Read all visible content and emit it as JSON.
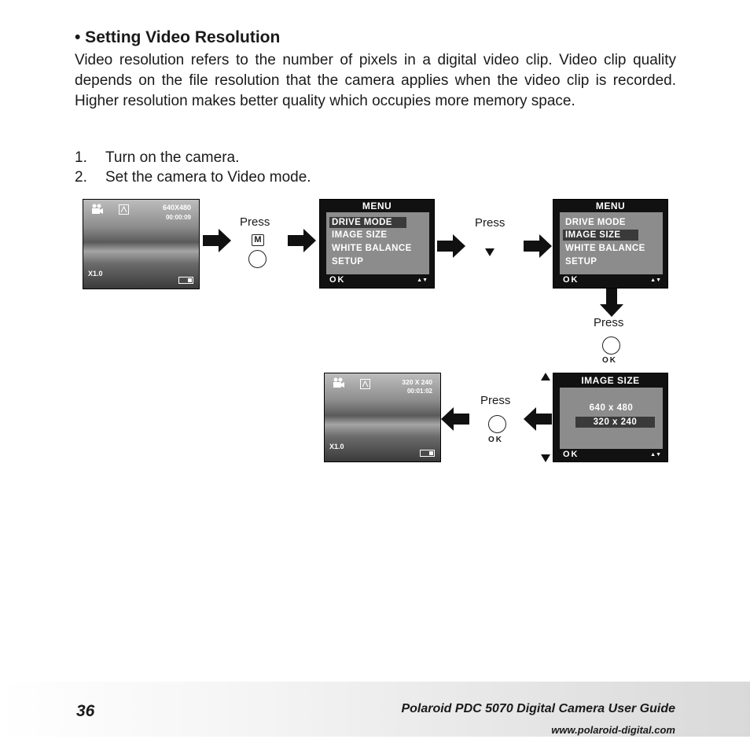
{
  "section": {
    "title": "• Setting Video Resolution",
    "paragraph": "Video resolution refers to the number of pixels in a digital video clip. Video clip quality depends on the file resolution that the camera applies when the video clip is recorded. Higher resolution makes better quality which occupies more memory space."
  },
  "steps": [
    {
      "num": "1.",
      "text": "Turn on the camera."
    },
    {
      "num": "2.",
      "text": "Set the camera to Video mode."
    }
  ],
  "diagram": {
    "press_label": "Press",
    "m_button": "M",
    "ok_label": "OK",
    "preview1": {
      "resolution": "640X480",
      "time": "00:00:09",
      "zoom": "X1.0"
    },
    "preview2": {
      "resolution": "320 X 240",
      "time": "00:01:02",
      "zoom": "X1.0"
    },
    "menu": {
      "title": "MENU",
      "items": [
        "DRIVE MODE",
        "IMAGE SIZE",
        "WHITE BALANCE",
        "SETUP"
      ]
    },
    "image_size": {
      "title": "IMAGE SIZE",
      "options": [
        "640 x 480",
        "320 x 240"
      ]
    }
  },
  "footer": {
    "page_number": "36",
    "guide_title": "Polaroid PDC 5070 Digital Camera User Guide",
    "url": "www.polaroid-digital.com"
  }
}
